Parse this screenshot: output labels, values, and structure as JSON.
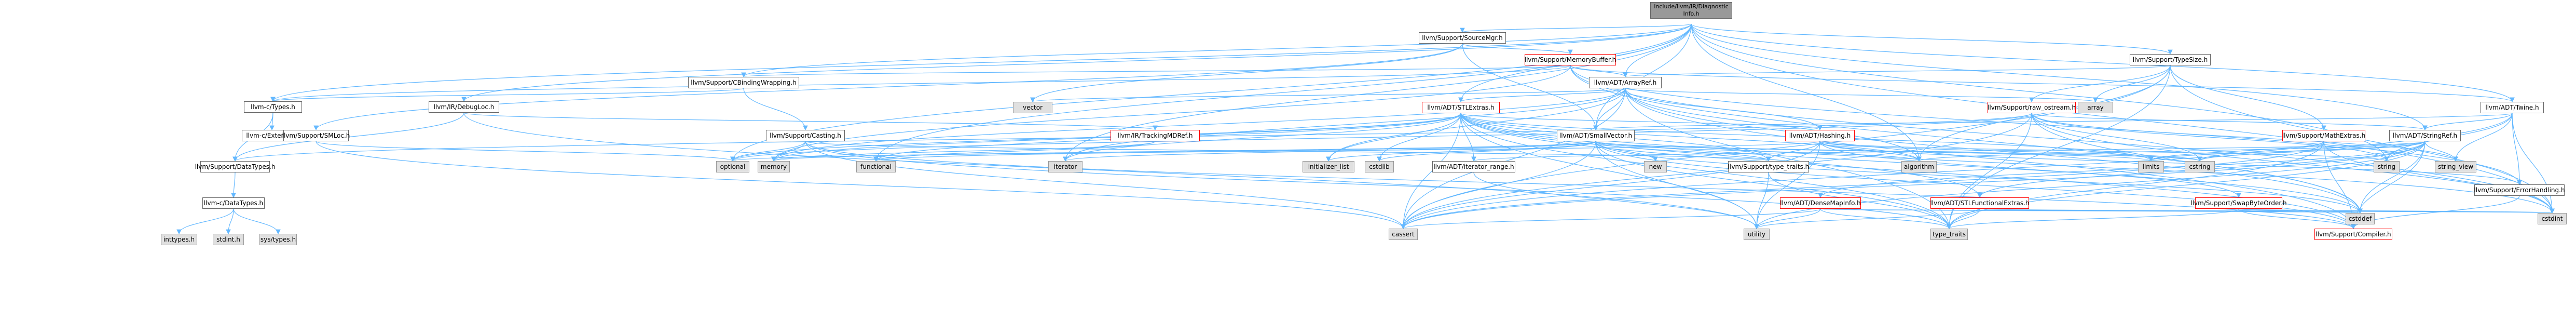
{
  "graph": {
    "root": {
      "line1": "include/llvm/IR/Diagnostic",
      "line2": "Info.h"
    },
    "nodes": {
      "sourcemgr": "llvm/Support/SourceMgr.h",
      "typesize": "llvm/Support/TypeSize.h",
      "memorybuffer": "llvm/Support/MemoryBuffer.h",
      "cbindingwrapping": "llvm/Support/CBindingWrapping.h",
      "arrayref": "llvm/ADT/ArrayRef.h",
      "vector": "vector",
      "array": "array",
      "llvmc_types": "llvm-c/Types.h",
      "debugloc": "llvm/IR/DebugLoc.h",
      "stlextras": "llvm/ADT/STLExtras.h",
      "raw_ostream": "llvm/Support/raw_ostream.h",
      "twine": "llvm/ADT/Twine.h",
      "externc": "llvm-c/ExternC.h",
      "smloc": "llvm/Support/SMLoc.h",
      "casting": "llvm/Support/Casting.h",
      "trackingmdref": "llvm/IR/TrackingMDRef.h",
      "smallvector": "llvm/ADT/SmallVector.h",
      "hashing": "llvm/ADT/Hashing.h",
      "mathextras": "llvm/Support/MathExtras.h",
      "stringref": "llvm/ADT/StringRef.h",
      "datatypes": "llvm/Support/DataTypes.h",
      "optional": "optional",
      "memory": "memory",
      "functional": "functional",
      "iterator": "iterator",
      "initializer_list": "initializer_list",
      "cstdlib": "cstdlib",
      "iterator_range": "llvm/ADT/iterator_range.h",
      "new": "new",
      "type_traits_h": "llvm/Support/type_traits.h",
      "algorithm": "algorithm",
      "limits": "limits",
      "cstring": "cstring",
      "string": "string",
      "string_view": "string_view",
      "errorhandling": "llvm/Support/ErrorHandling.h",
      "cstdint": "cstdint",
      "densemapinfo": "llvm/ADT/DenseMapInfo.h",
      "stlfunctionalextras": "llvm/ADT/STLFunctionalExtras.h",
      "swapbyteorder": "llvm/Support/SwapByteOrder.h",
      "llvmc_datatypes": "llvm-c/DataTypes.h",
      "cassert": "cassert",
      "utility": "utility",
      "type_traits": "type_traits",
      "compiler": "llvm/Support/Compiler.h",
      "cstddef": "cstddef",
      "inttypes": "inttypes.h",
      "stdint": "stdint.h",
      "systypes": "sys/types.h"
    }
  },
  "colors": {
    "edge": "#63b8ff",
    "root_fill": "#999999",
    "system_fill": "#e0e0e0",
    "red_border": "#ff0000"
  }
}
